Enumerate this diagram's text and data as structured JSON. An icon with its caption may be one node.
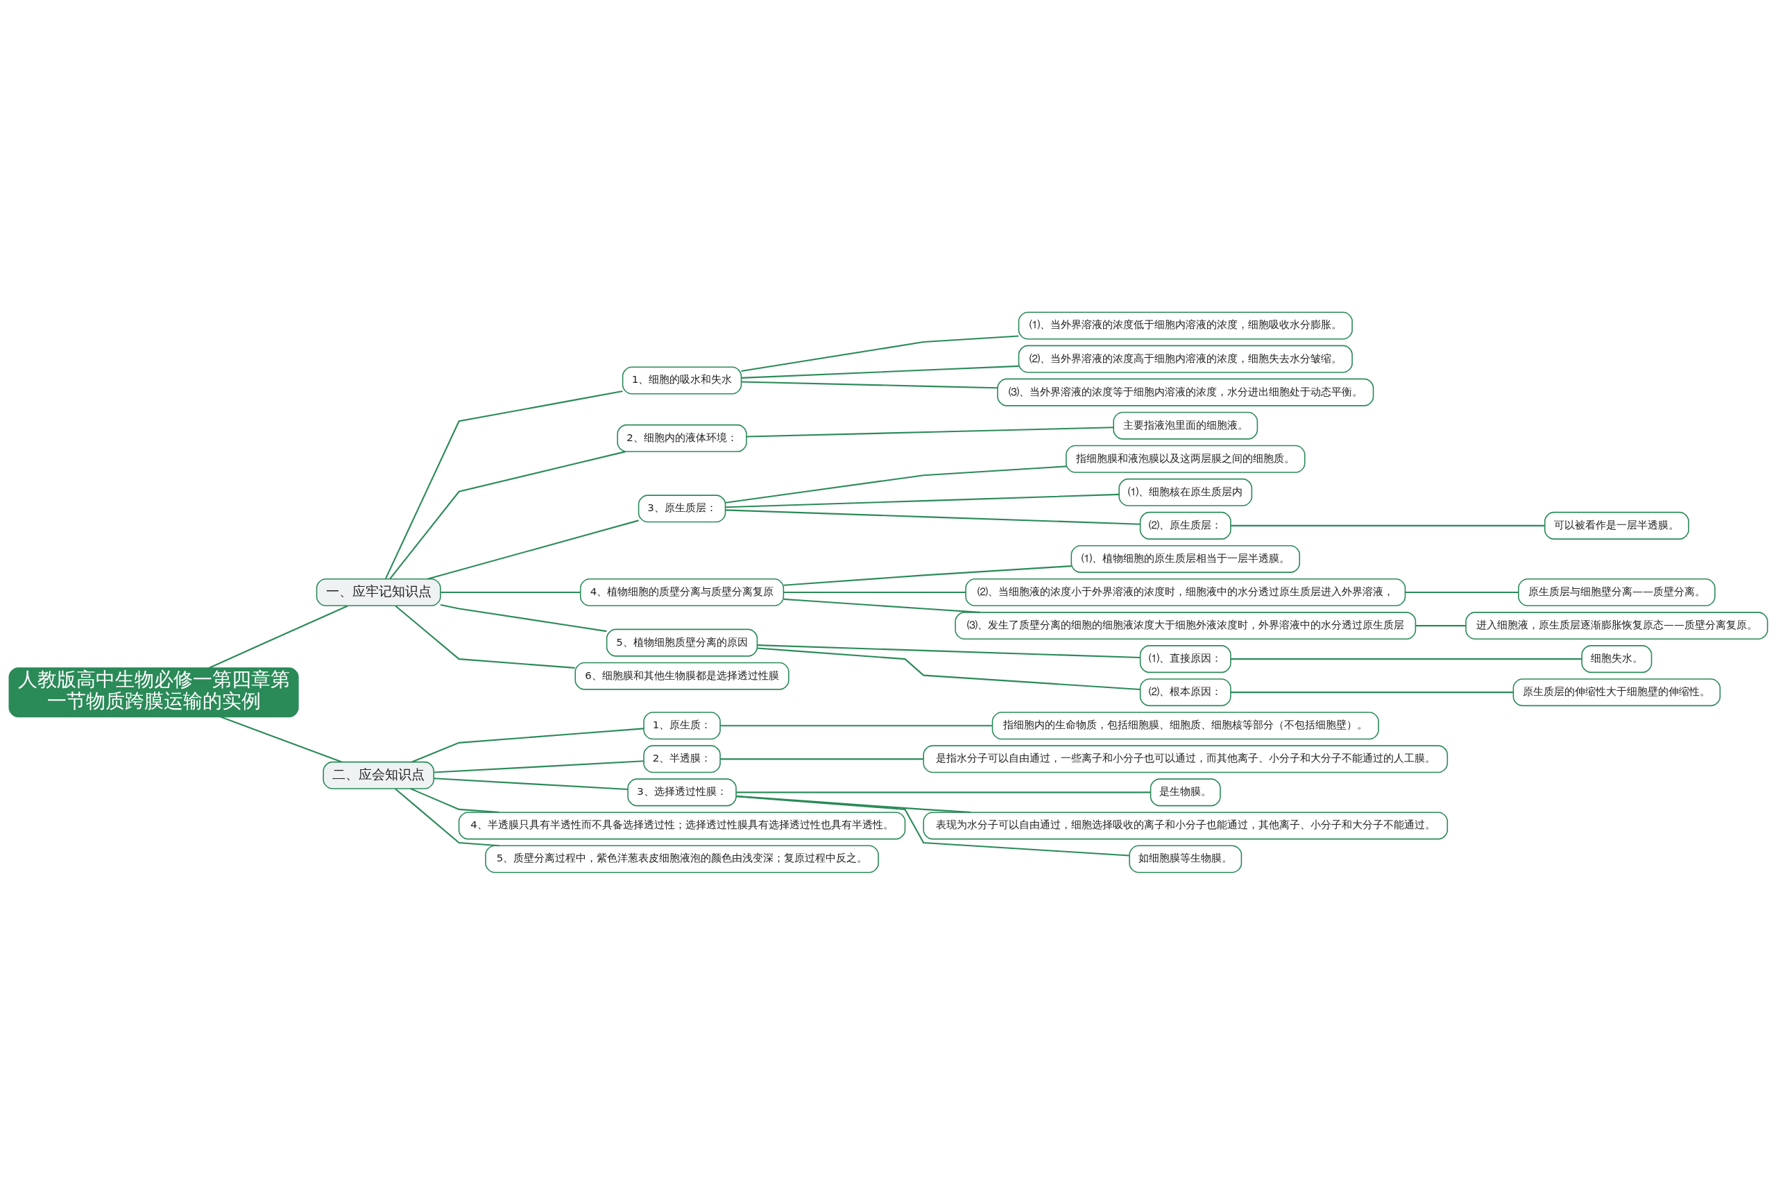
{
  "diagram": {
    "nodes": [
      {
        "text": [
          "人教版高中生物必修一第四章第一节物质跨膜运输的实例"
        ]
      },
      {
        "text": [
          "一、应牢记知识点"
        ]
      },
      {
        "text": [
          "1、细胞的吸水和失水"
        ]
      },
      {
        "text": [
          "⑴、当外界溶液的浓度低于细胞内溶液的浓度，细胞吸收水分膨胀。"
        ]
      },
      {
        "text": [
          "⑵、当外界溶液的浓度高于细胞内溶液的浓度，细胞失去水分皱缩。"
        ]
      },
      {
        "text": [
          "⑶、当外界溶液的浓度等于细胞内溶液的浓度，水分进出细胞处于动态平衡。"
        ]
      },
      {
        "text": [
          "2、细胞内的液体环境："
        ]
      },
      {
        "text": [
          "主要指液泡里面的细胞液。"
        ]
      },
      {
        "text": [
          "3、原生质层："
        ]
      },
      {
        "text": [
          "指细胞膜和液泡膜以及这两层膜之间的细胞质。"
        ]
      },
      {
        "text": [
          "⑴、细胞核在原生质层内"
        ]
      },
      {
        "text": [
          "⑵、原生质层："
        ]
      },
      {
        "text": [
          "可以被看作是一层半透膜。"
        ]
      },
      {
        "text": [
          "4、植物细胞的质壁分离与质壁分离复原"
        ]
      },
      {
        "text": [
          "⑴、植物细胞的原生质层相当于一层半透膜。"
        ]
      },
      {
        "text": [
          "⑵、当细胞液的浓度小于外界溶液的浓度时，细胞液中的水分透过原生质层进入外界溶液，"
        ]
      },
      {
        "text": [
          "原生质层与细胞壁分离——质壁分离。"
        ]
      },
      {
        "text": [
          "⑶、发生了质壁分离的细胞的细胞液浓度大于细胞外液浓度时，外界溶液中的水分透过原生质层"
        ]
      },
      {
        "text": [
          "进入细胞液，原生质层逐渐膨胀恢复原态——质壁分离复原。"
        ]
      },
      {
        "text": [
          "5、植物细胞质壁分离的原因"
        ]
      },
      {
        "text": [
          "⑴、直接原因："
        ]
      },
      {
        "text": [
          "细胞失水。"
        ]
      },
      {
        "text": [
          "⑵、根本原因："
        ]
      },
      {
        "text": [
          "原生质层的伸缩性大于细胞壁的伸缩性。"
        ]
      },
      {
        "text": [
          "6、细胞膜和其他生物膜都是选择透过性膜"
        ]
      },
      {
        "text": [
          "二、应会知识点"
        ]
      },
      {
        "text": [
          "1、原生质："
        ]
      },
      {
        "text": [
          "指细胞内的生命物质，包括细胞膜、细胞质、细胞核等部分（不包括细胞壁）。"
        ]
      },
      {
        "text": [
          "2、半透膜："
        ]
      },
      {
        "text": [
          "是指水分子可以自由通过，一些离子和小分子也可以通过，而其他离子、小分子和大分子不能通过的人工膜。"
        ]
      },
      {
        "text": [
          "3、选择透过性膜："
        ]
      },
      {
        "text": [
          "是生物膜。"
        ]
      },
      {
        "text": [
          "表现为水分子可以自由通过，细胞选择吸收的离子和小分子也能通过，其他离子、小分子和大分子不能通过。"
        ]
      },
      {
        "text": [
          "如细胞膜等生物膜。"
        ]
      },
      {
        "text": [
          "4、半透膜只具有半透性而不具备选择透过性；选择透过性膜具有选择透过性也具有半透性。"
        ]
      },
      {
        "text": [
          "5、质壁分离过程中，紫色洋葱表皮细胞液泡的颜色由浅变深；复原过程中反之。"
        ]
      }
    ],
    "edges": [
      {
        "from": 0,
        "to": 1,
        "arrow": "none"
      },
      {
        "from": 1,
        "to": 2,
        "arrow": "none"
      },
      {
        "from": 2,
        "to": 3,
        "arrow": "none"
      },
      {
        "from": 2,
        "to": 4,
        "arrow": "none"
      },
      {
        "from": 2,
        "to": 5,
        "arrow": "none"
      },
      {
        "from": 1,
        "to": 6,
        "arrow": "none"
      },
      {
        "from": 6,
        "to": 7,
        "arrow": "none"
      },
      {
        "from": 1,
        "to": 8,
        "arrow": "none"
      },
      {
        "from": 8,
        "to": 9,
        "arrow": "none"
      },
      {
        "from": 8,
        "to": 10,
        "arrow": "none"
      },
      {
        "from": 8,
        "to": 11,
        "arrow": "none"
      },
      {
        "from": 11,
        "to": 12,
        "arrow": "none"
      },
      {
        "from": 1,
        "to": 13,
        "arrow": "none"
      },
      {
        "from": 13,
        "to": 14,
        "arrow": "none"
      },
      {
        "from": 13,
        "to": 15,
        "arrow": "none"
      },
      {
        "from": 15,
        "to": 16,
        "arrow": "none"
      },
      {
        "from": 13,
        "to": 17,
        "arrow": "none"
      },
      {
        "from": 17,
        "to": 18,
        "arrow": "none"
      },
      {
        "from": 1,
        "to": 19,
        "arrow": "none"
      },
      {
        "from": 19,
        "to": 20,
        "arrow": "none"
      },
      {
        "from": 20,
        "to": 21,
        "arrow": "none"
      },
      {
        "from": 19,
        "to": 22,
        "arrow": "none"
      },
      {
        "from": 22,
        "to": 23,
        "arrow": "none"
      },
      {
        "from": 1,
        "to": 24,
        "arrow": "none"
      },
      {
        "from": 0,
        "to": 25,
        "arrow": "none"
      },
      {
        "from": 25,
        "to": 26,
        "arrow": "none"
      },
      {
        "from": 26,
        "to": 27,
        "arrow": "none"
      },
      {
        "from": 25,
        "to": 28,
        "arrow": "none"
      },
      {
        "from": 28,
        "to": 29,
        "arrow": "none"
      },
      {
        "from": 25,
        "to": 30,
        "arrow": "none"
      },
      {
        "from": 30,
        "to": 31,
        "arrow": "none"
      },
      {
        "from": 30,
        "to": 32,
        "arrow": "none"
      },
      {
        "from": 30,
        "to": 33,
        "arrow": "none"
      },
      {
        "from": 25,
        "to": 34,
        "arrow": "none"
      },
      {
        "from": 25,
        "to": 35,
        "arrow": "none"
      }
    ]
  }
}
